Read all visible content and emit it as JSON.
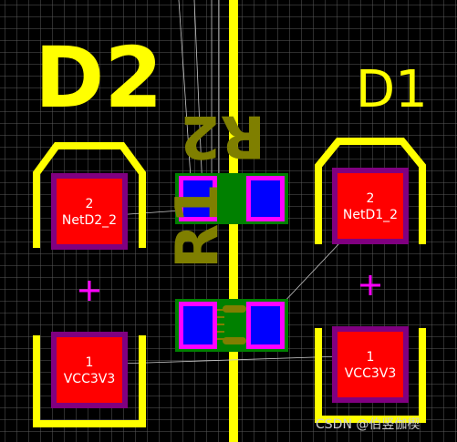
{
  "board": {
    "background": "#000000",
    "grid_color": "#5a5a5a",
    "silk_yellow": "#ffff00",
    "silk_olive": "#7f7f00",
    "pad_red": "#ff0000",
    "pad_blue": "#0000ff",
    "pad_outline": "#800080",
    "mask_magenta": "#ff00ff",
    "body_green": "#008000",
    "ratsnest_color": "#c8c8c8"
  },
  "components": {
    "d2": {
      "designator": "D2",
      "pad_top": {
        "number": "2",
        "net": "NetD2_2"
      },
      "pad_bottom": {
        "number": "1",
        "net": "VCC3V3"
      }
    },
    "d1": {
      "designator": "D1",
      "pad_top": {
        "number": "2",
        "net": "NetD1_2"
      },
      "pad_bottom": {
        "number": "1",
        "net": "VCC3V3"
      }
    },
    "r2": {
      "designator": "R2"
    },
    "r1": {
      "designator": "R1"
    }
  },
  "watermark": "CSDN @伯竖伽楔"
}
